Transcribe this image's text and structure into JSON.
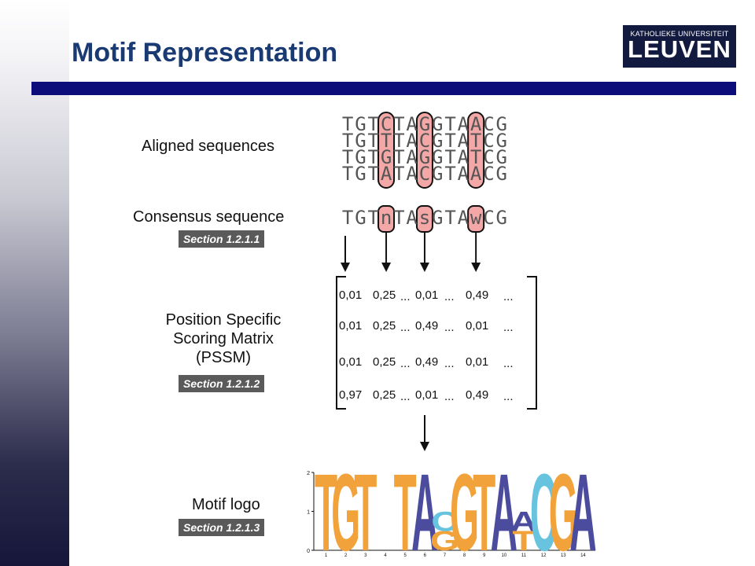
{
  "title": "Motif Representation",
  "logo": {
    "line1": "KATHOLIEKE UNIVERSITEIT",
    "line2": "LEUVEN"
  },
  "labels": {
    "aligned": "Aligned sequences",
    "consensus": "Consensus sequence",
    "pssm_line1": "Position Specific",
    "pssm_line2": "Scoring Matrix",
    "pssm_line3": "(PSSM)",
    "logo": "Motif logo"
  },
  "sections": {
    "s1": "Section 1.2.1.1",
    "s2": "Section 1.2.1.2",
    "s3": "Section 1.2.1.3"
  },
  "sequences": [
    "TGTCTAGGTAACG",
    "TGTTTACGTATCG",
    "TGTGTAGGTATCG",
    "TGTATACGTAACG"
  ],
  "consensus": "TGTnTAsGTAwCG",
  "highlight_columns": [
    3,
    6,
    10
  ],
  "pssm": [
    [
      "0,01",
      "0,25",
      "0,01",
      "0,49"
    ],
    [
      "0,01",
      "0,25",
      "0,49",
      "0,01"
    ],
    [
      "0,01",
      "0,25",
      "0,49",
      "0,01"
    ],
    [
      "0,97",
      "0,25",
      "0,01",
      "0,49"
    ]
  ],
  "ellipsis": "...",
  "logo_axis": {
    "y_ticks": [
      "0",
      "1",
      "2"
    ],
    "x_ticks": [
      "1",
      "2",
      "3",
      "4",
      "5",
      "6",
      "7",
      "8",
      "9",
      "10",
      "11",
      "12",
      "13",
      "14"
    ]
  },
  "logo_glyphs": [
    {
      "pos": 1,
      "letters": [
        {
          "ch": "T",
          "h": 2.0
        }
      ]
    },
    {
      "pos": 2,
      "letters": [
        {
          "ch": "G",
          "h": 2.0
        }
      ]
    },
    {
      "pos": 3,
      "letters": [
        {
          "ch": "T",
          "h": 2.0
        }
      ]
    },
    {
      "pos": 5,
      "letters": [
        {
          "ch": "T",
          "h": 2.0
        }
      ]
    },
    {
      "pos": 6,
      "letters": [
        {
          "ch": "A",
          "h": 2.0
        }
      ]
    },
    {
      "pos": 7,
      "letters": [
        {
          "ch": "G",
          "h": 0.5
        },
        {
          "ch": "C",
          "h": 0.5
        }
      ]
    },
    {
      "pos": 8,
      "letters": [
        {
          "ch": "G",
          "h": 2.0
        }
      ]
    },
    {
      "pos": 9,
      "letters": [
        {
          "ch": "T",
          "h": 2.0
        }
      ]
    },
    {
      "pos": 10,
      "letters": [
        {
          "ch": "A",
          "h": 2.0
        }
      ]
    },
    {
      "pos": 11,
      "letters": [
        {
          "ch": "T",
          "h": 0.5
        },
        {
          "ch": "A",
          "h": 0.5
        }
      ]
    },
    {
      "pos": 12,
      "letters": [
        {
          "ch": "C",
          "h": 2.0
        }
      ]
    },
    {
      "pos": 13,
      "letters": [
        {
          "ch": "G",
          "h": 2.0
        }
      ]
    },
    {
      "pos": 14,
      "letters": [
        {
          "ch": "A",
          "h": 2.0
        }
      ]
    }
  ],
  "colors": {
    "A": "#4c4c9e",
    "C": "#68c4de",
    "G": "#f2a23a",
    "T": "#f2a23a",
    "highlight": "#f4a7a7",
    "title": "#1a3a73",
    "bar": "#0c0d7a"
  }
}
